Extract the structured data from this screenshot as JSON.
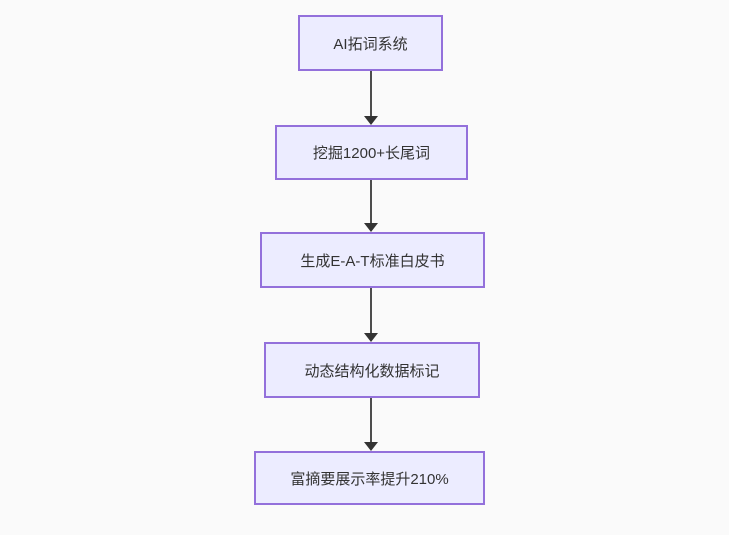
{
  "diagram": {
    "type": "flowchart",
    "direction": "top-down",
    "nodes": [
      {
        "id": "A",
        "label": "AI拓词系统"
      },
      {
        "id": "B",
        "label": "挖掘1200+长尾词"
      },
      {
        "id": "C",
        "label": "生成E-A-T标准白皮书"
      },
      {
        "id": "D",
        "label": "动态结构化数据标记"
      },
      {
        "id": "E",
        "label": "富摘要展示率提升210%"
      }
    ],
    "edges": [
      {
        "from": "A",
        "to": "B"
      },
      {
        "from": "B",
        "to": "C"
      },
      {
        "from": "C",
        "to": "D"
      },
      {
        "from": "D",
        "to": "E"
      }
    ],
    "colors": {
      "background": "#fafafa",
      "node_fill": "#ECECFF",
      "node_border": "#9370DB",
      "text": "#333333",
      "edge": "#333333"
    }
  }
}
